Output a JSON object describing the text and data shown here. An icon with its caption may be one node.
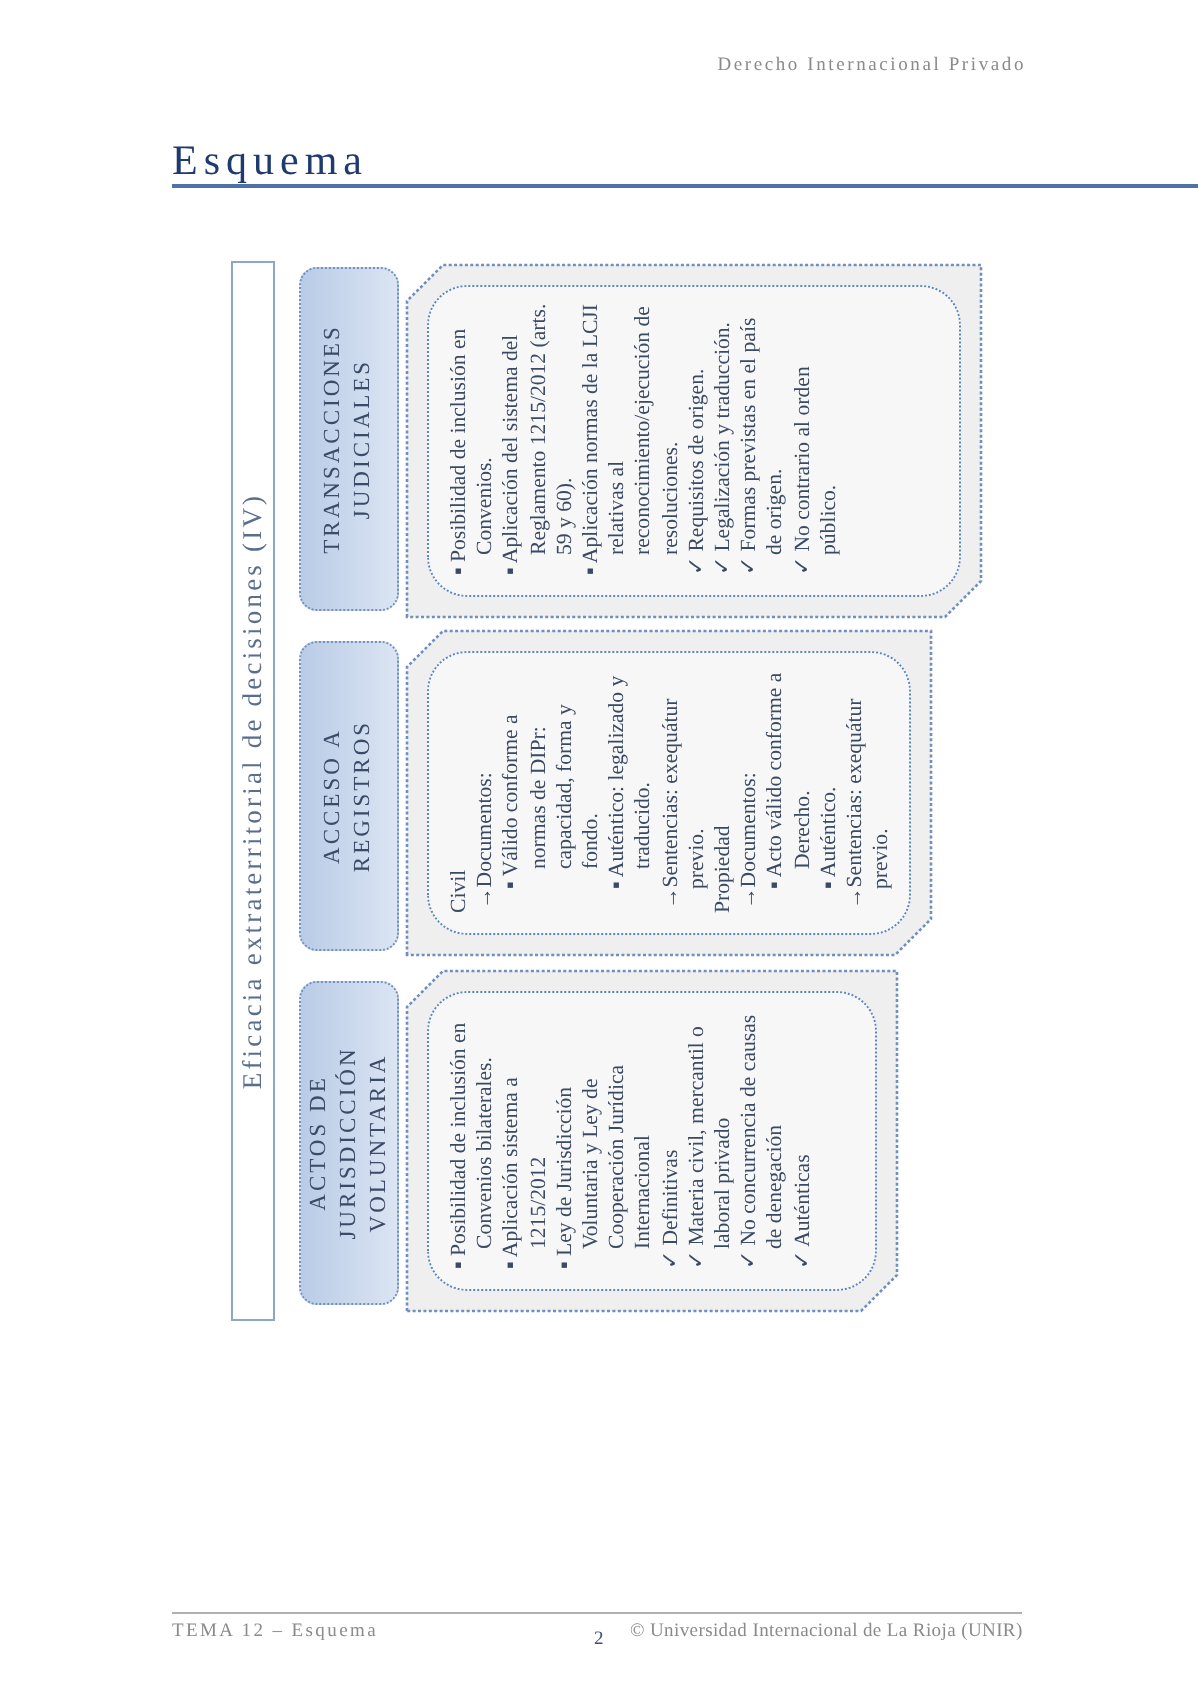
{
  "diagram": {
    "title": "Esquema",
    "nodes": [
      {
        "text": [
          "Eficacia extraterritorial de decisiones (IV)"
        ]
      },
      {
        "text": [
          "ACTOS DE JURISDICCIÓN VOLUNTARIA"
        ]
      },
      {
        "text": [
          "ACCESO A REGISTROS"
        ]
      },
      {
        "text": [
          "TRANSACCIONES JUDICIALES"
        ]
      },
      {
        "text": [],
        "shape": "box"
      },
      {
        "text": [
          "▪ Posibilidad de inclusión en Convenios bilaterales.",
          "▪ Aplicación sistema a 1215/2012",
          "▪ Ley de Jurisdicción Voluntaria y Ley de Cooperación Jurídica Internacional",
          "✓ Definitivas",
          "✓ Materia civil, mercantil o laboral privado",
          "✓ No concurrencia de causas de denegación",
          "✓ Auténticas"
        ],
        "in": 4
      },
      {
        "text": [],
        "shape": "box"
      },
      {
        "text": [
          "Civil",
          "→Documentos:",
          "▪ Válido conforme a normas de DIPr: capacidad, forma y fondo.",
          "▪ Auténtico: legalizado y traducido.",
          "→Sentencias: exequátur previo.",
          "Propiedad",
          "→Documentos:",
          "▪ Acto válido conforme a Derecho.",
          "▪ Auténtico.",
          "→Sentencias: exequátur previo."
        ],
        "in": 6
      },
      {
        "text": [],
        "shape": "box"
      },
      {
        "text": [
          "▪ Posibilidad de inclusión en Convenios.",
          "▪ Aplicación del sistema del Reglamento 1215/2012 (arts. 59 y 60).",
          "▪ Aplicación normas de la LCJI relativas al reconocimiento/ejecución de resoluciones.",
          "✓ Requisitos de origen.",
          "✓ Legalización y traducción.",
          "✓ Formas previstas en el país de origen.",
          "✓ No contrario al orden público."
        ],
        "in": 8
      }
    ],
    "labels": [
      "Derecho Internacional Privado",
      "TEMA 12 – Esquema",
      "2",
      "© Universidad Internacional de La Rioja (UNIR)"
    ]
  }
}
